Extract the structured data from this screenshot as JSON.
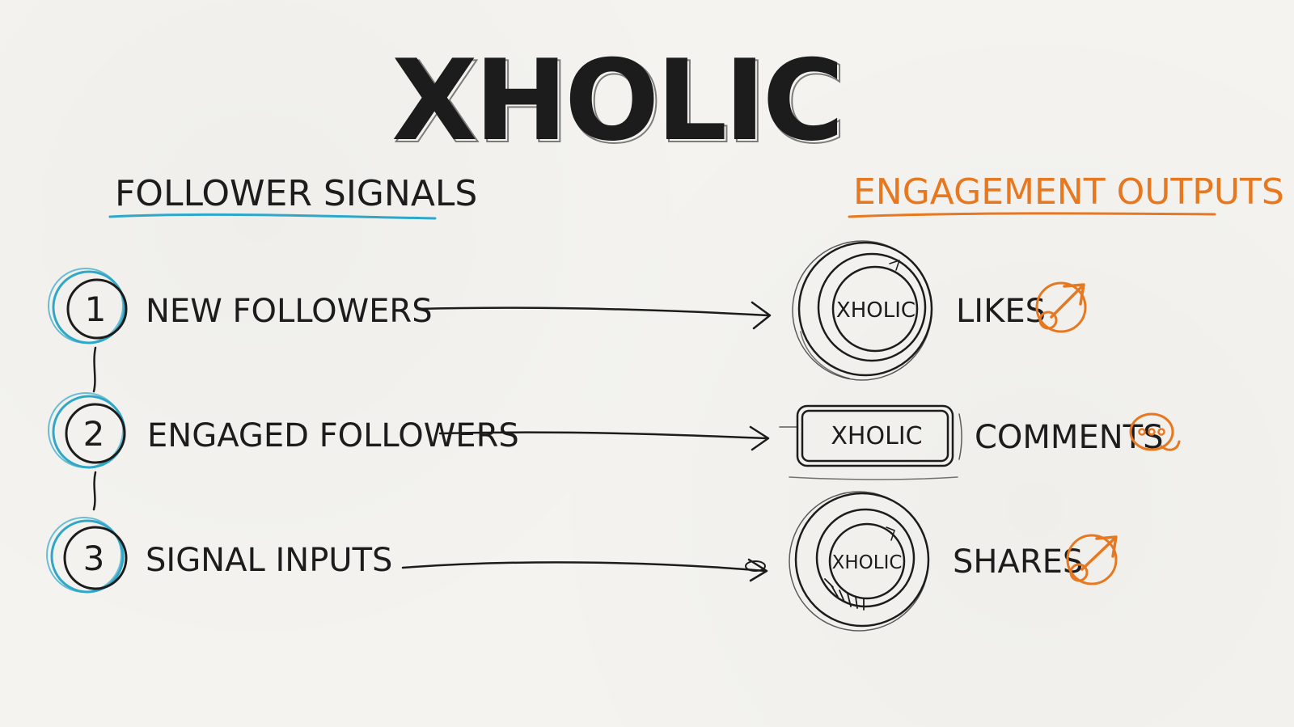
{
  "title": "XHOLIC",
  "left_heading": "FOLLOWER SIGNALS",
  "right_heading": "ENGAGEMENT OUTPUTS",
  "colors": {
    "ink": "#1c1c1c",
    "blue": "#2fa7c8",
    "orange": "#e8781f",
    "paper": "#f4f3ef"
  },
  "signals": [
    {
      "number": "1",
      "label": "NEW FOLLOWERS"
    },
    {
      "number": "2",
      "label": "ENGAGED FOLLOWERS"
    },
    {
      "number": "3",
      "label": "SIGNAL INPUTS"
    }
  ],
  "outputs": [
    {
      "node_label": "XHOLIC",
      "node_shape": "ring",
      "label": "LIKES",
      "icon": "share-arrow-icon"
    },
    {
      "node_label": "XHOLIC",
      "node_shape": "rounded-rect",
      "label": "COMMENTS",
      "icon": "comment-bubble-icon"
    },
    {
      "node_label": "XHOLIC",
      "node_shape": "dial",
      "label": "SHARES",
      "icon": "share-arrow-icon"
    }
  ]
}
